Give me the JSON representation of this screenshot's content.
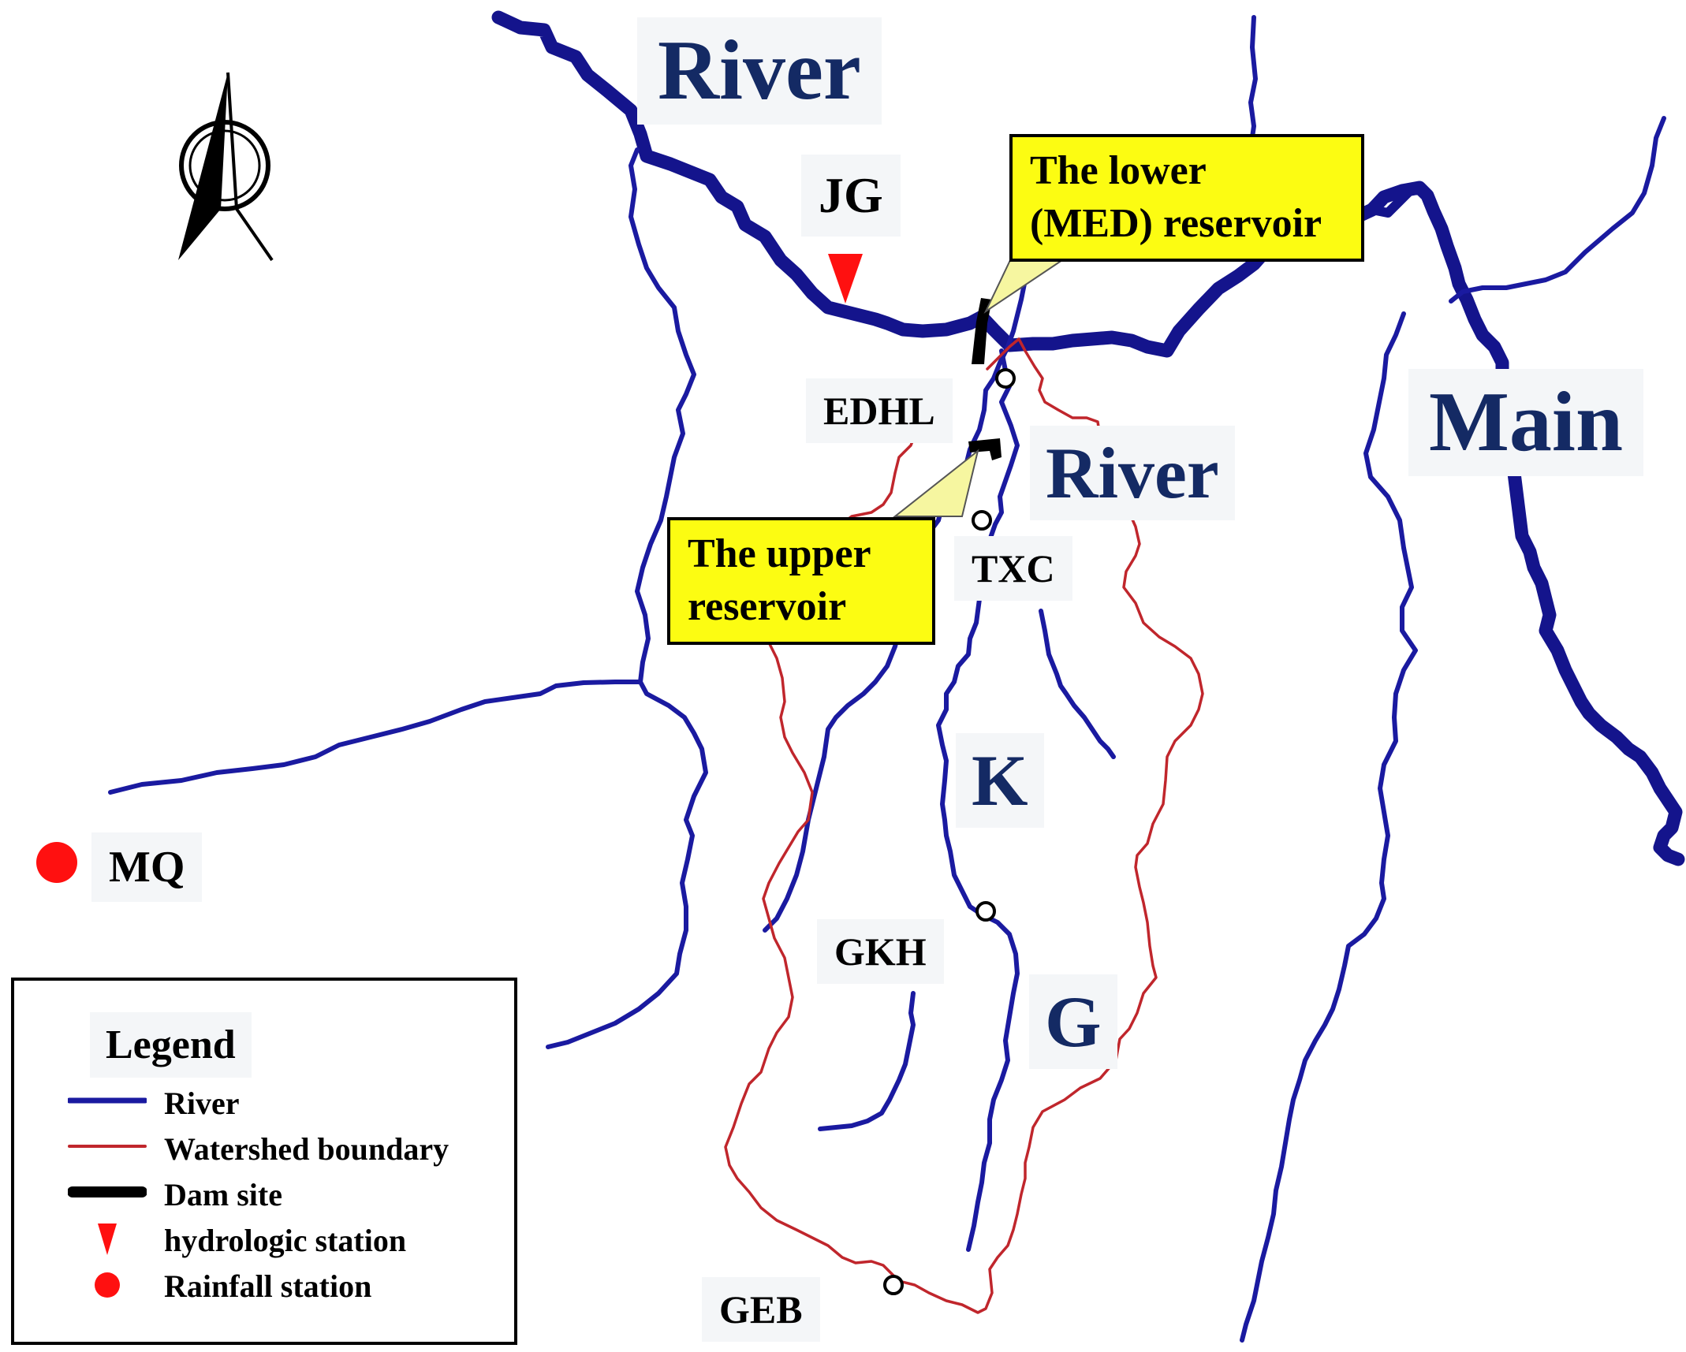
{
  "labels": {
    "river_top": "River",
    "main": "Main",
    "river_mid": "River",
    "k": "K",
    "g": "G"
  },
  "stations": {
    "jg": "JG",
    "edhl": "EDHL",
    "txc": "TXC",
    "gkh": "GKH",
    "geb": "GEB",
    "mq": "MQ"
  },
  "callouts": {
    "lower": [
      "The lower",
      "(MED) reservoir"
    ],
    "upper": [
      "The upper",
      "reservoir"
    ]
  },
  "legend": {
    "title": "Legend",
    "items": [
      {
        "label": "River",
        "symbol": "river-line-icon"
      },
      {
        "label": "Watershed boundary",
        "symbol": "boundary-line-icon"
      },
      {
        "label": "Dam site",
        "symbol": "dam-bar-icon"
      },
      {
        "label": "hydrologic station",
        "symbol": "red-triangle-icon"
      },
      {
        "label": "Rainfall station",
        "symbol": "red-dot-icon"
      }
    ]
  },
  "colors": {
    "river": "#1a1aa0",
    "boundary": "#c0262c",
    "dam": "#000000",
    "station_marker": "#ff0000",
    "callout_fill": "#fcfc12",
    "label_text": "#142a64"
  },
  "icons": {
    "north_arrow": "north-arrow-icon"
  }
}
